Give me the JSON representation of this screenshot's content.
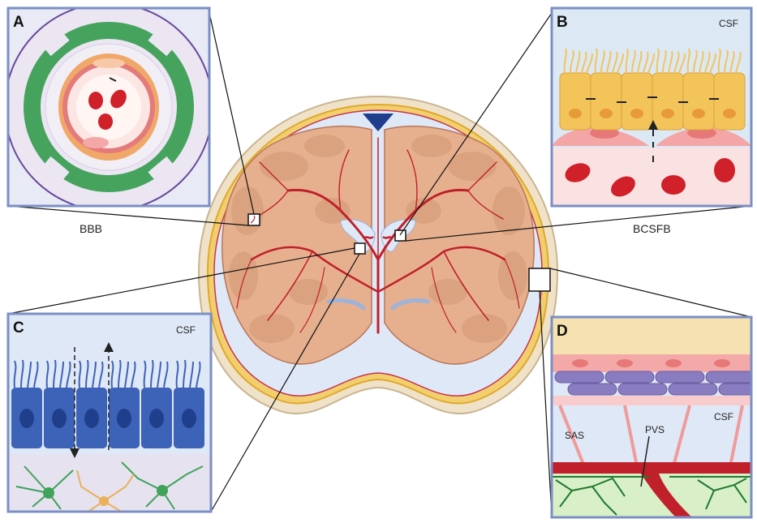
{
  "panels": {
    "a": {
      "letter": "A"
    },
    "b": {
      "letter": "B",
      "csf": "CSF"
    },
    "c": {
      "letter": "C",
      "csf": "CSF"
    },
    "d": {
      "letter": "D",
      "csf": "CSF",
      "sas": "SAS",
      "pvs": "PVS"
    }
  },
  "labels": {
    "bbb": "BBB",
    "bcsfb": "BCSFB"
  },
  "colors": {
    "panel_border": "#7b8fc4",
    "brain_tissue": "#e6b08f",
    "brain_gyri": "#d9a07c",
    "vessel": "#c0202a",
    "csf_space": "#dfe8f6",
    "skull": "#efe2c9",
    "dura_line": "#e8b23a",
    "astrocyte": "#3fa35a",
    "epithelium": "#f3c45a",
    "ependyma": "#3d63b8",
    "rbc": "#d0202a"
  }
}
